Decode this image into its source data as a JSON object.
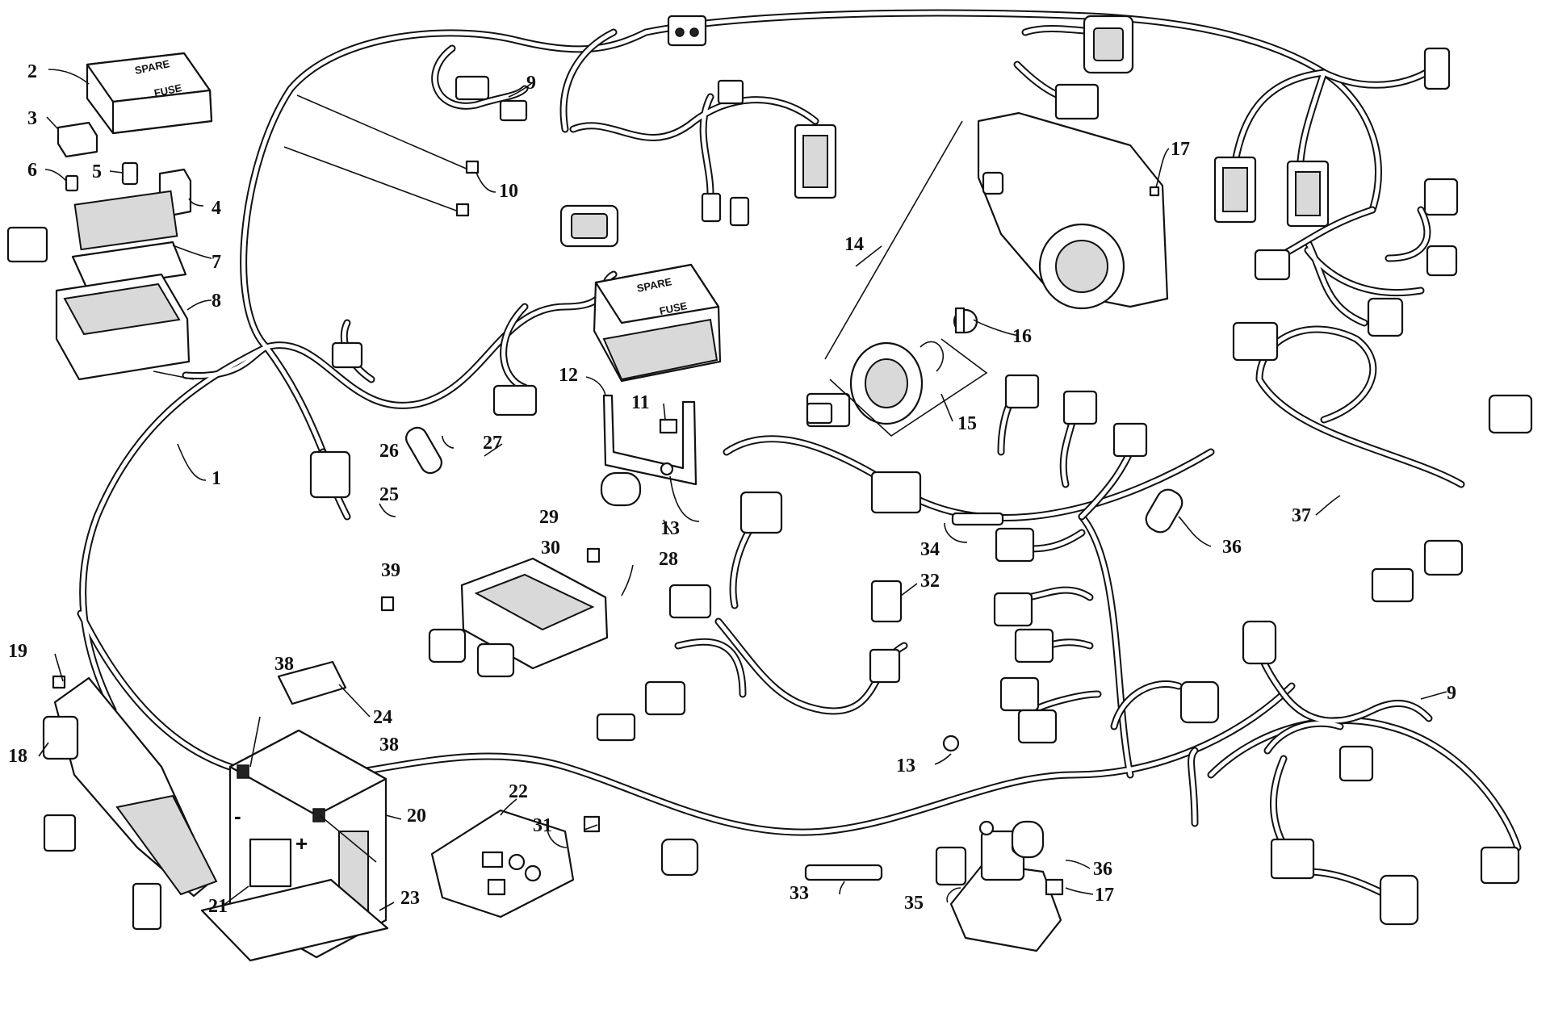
{
  "diagram": {
    "callouts": [
      "1",
      "2",
      "3",
      "4",
      "5",
      "6",
      "7",
      "8",
      "9",
      "10",
      "11",
      "12",
      "13",
      "14",
      "15",
      "16",
      "17",
      "18",
      "19",
      "20",
      "21",
      "22",
      "23",
      "24",
      "25",
      "26",
      "27",
      "28",
      "29",
      "30",
      "31",
      "32",
      "33",
      "34",
      "35",
      "36",
      "37",
      "38",
      "39"
    ],
    "extra_callouts": {
      "n9b": "9",
      "n13b": "13",
      "n17b": "17",
      "n36b": "36",
      "n38b": "38"
    },
    "battery_marks": {
      "negative": "-",
      "positive": "+"
    },
    "fuse_box_lid": {
      "line1": "SPARE",
      "line2": "FUSE"
    },
    "icons": [
      "wire-harness-icon",
      "fuse-box-icon",
      "relay-icon",
      "fuse-icon",
      "connector-icon",
      "battery-icon",
      "headlight-icon",
      "bulb-icon",
      "ecu-icon",
      "pedal-sensor-icon",
      "solenoid-icon",
      "cable-tie-icon",
      "bolt-icon",
      "nut-icon"
    ]
  }
}
